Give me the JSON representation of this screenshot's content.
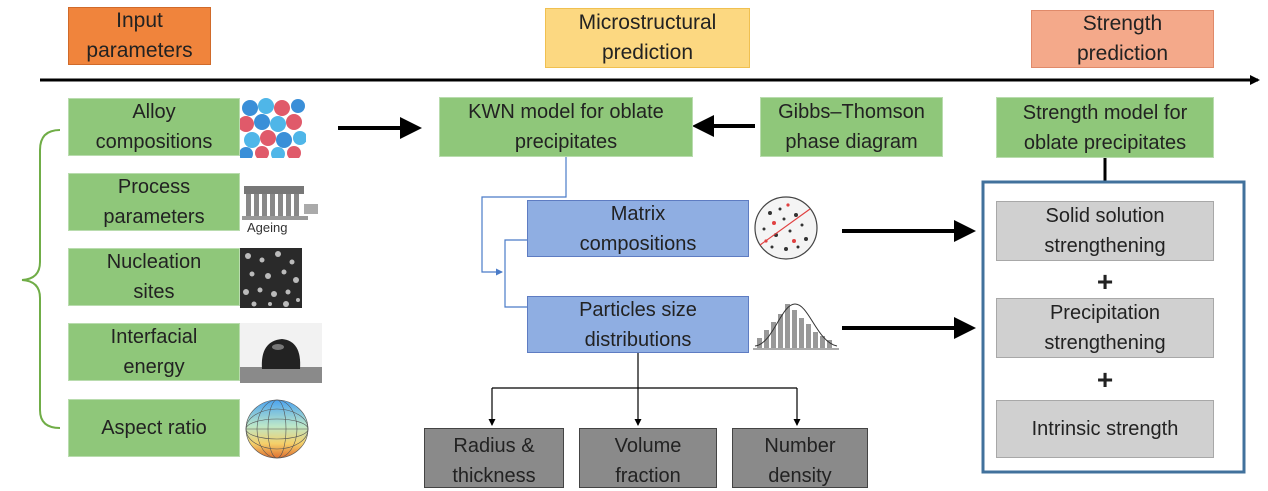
{
  "headers": {
    "input": "Input\nparameters",
    "micro": "Microstructural\nprediction",
    "strength": "Strength\nprediction"
  },
  "inputs": [
    {
      "label": "Alloy\ncompositions",
      "icon": "atoms-icon"
    },
    {
      "label": "Process\nparameters",
      "icon": "ageing-icon",
      "caption": "Ageing"
    },
    {
      "label": "Nucleation\nsites",
      "icon": "nucleation-icon"
    },
    {
      "label": "Interfacial\nenergy",
      "icon": "droplet-icon"
    },
    {
      "label": "Aspect ratio",
      "icon": "ellipsoid-icon"
    }
  ],
  "kwn": "KWN model for oblate\nprecipitates",
  "gibbs": "Gibbs–Thomson\nphase diagram",
  "matrix": "Matrix\ncompositions",
  "particles": "Particles size\ndistributions",
  "outputs": [
    "Radius &\nthickness",
    "Volume\nfraction",
    "Number\ndensity"
  ],
  "strength_model": "Strength model for\noblate precipitates",
  "strength_items": [
    "Solid solution\nstrengthening",
    "Precipitation\nstrengthening",
    "Intrinsic strength"
  ],
  "plus": "+",
  "colors": {
    "input_header": "#f0843c",
    "micro_header": "#fcd881",
    "strength_header": "#f4a98a",
    "green_box": "#8fc77a",
    "blue_box": "#8faee2",
    "gray_box": "#d0d0d0",
    "dark_gray_box": "#8a8a8a",
    "frame": "#41719c",
    "brace": "#70ad47"
  }
}
